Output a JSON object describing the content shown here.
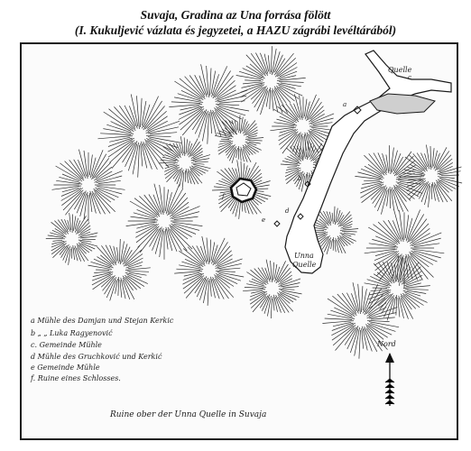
{
  "header": {
    "title_line1": "Suvaja, Gradina az Una forrása fölött",
    "title_line2": "(I. Kukuljević vázlata és jegyzetei, a HAZU zágrábi levéltárából)"
  },
  "map": {
    "labels": {
      "quelle": "Quelle",
      "quelle_mark": "c",
      "unna_line1": "Unna",
      "unna_line2": "Quelle",
      "a": "a",
      "b": "b",
      "d": "d",
      "e": "e",
      "f": "f"
    },
    "legend": [
      "a Mühle des Damjan und Stejan Kerkic",
      "b      „      „ Luka Ragyenović",
      "c. Gemeinde Mühle",
      "d Mühle des Gruchković und Kerkić",
      "e Gemeinde Mühle",
      "f. Ruine eines Schlosses."
    ],
    "north_label": "Nord",
    "caption": "Ruine ober der Unna Quelle in Suvaja"
  }
}
